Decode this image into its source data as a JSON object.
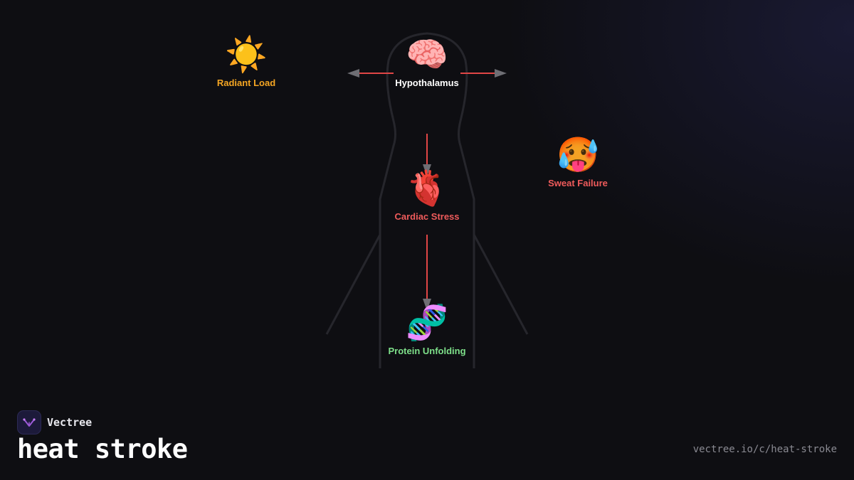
{
  "diagram": {
    "nodes": [
      {
        "id": "radiant",
        "emoji": "☀️",
        "label": "Radiant Load",
        "color": "#f5a623",
        "icon": "sun-icon"
      },
      {
        "id": "hypothalamus",
        "emoji": "🧠",
        "label": "Hypothalamus",
        "color": "#ffffff",
        "icon": "brain-icon"
      },
      {
        "id": "sweat",
        "emoji": "🥵",
        "label": "Sweat Failure",
        "color": "#ef5b5b",
        "icon": "hot-face-icon"
      },
      {
        "id": "cardiac",
        "emoji": "🫀",
        "label": "Cardiac Stress",
        "color": "#ef5b5b",
        "icon": "anatomical-heart-icon"
      },
      {
        "id": "protein",
        "emoji": "🧬",
        "label": "Protein Unfolding",
        "color": "#7ee08a",
        "icon": "dna-icon"
      }
    ],
    "edges": [
      {
        "from": "hypothalamus",
        "to": "radiant"
      },
      {
        "from": "hypothalamus",
        "to": "sweat"
      },
      {
        "from": "hypothalamus",
        "to": "cardiac"
      },
      {
        "from": "cardiac",
        "to": "protein"
      }
    ],
    "arrow_color": "#e04646",
    "arrowhead_color": "#6e6e74",
    "silhouette_color": "#26262c"
  },
  "brand": {
    "name": "Vectree",
    "logo_icon": "vectree-logo-icon"
  },
  "page": {
    "title": "heat stroke",
    "url": "vectree.io/c/heat-stroke"
  }
}
